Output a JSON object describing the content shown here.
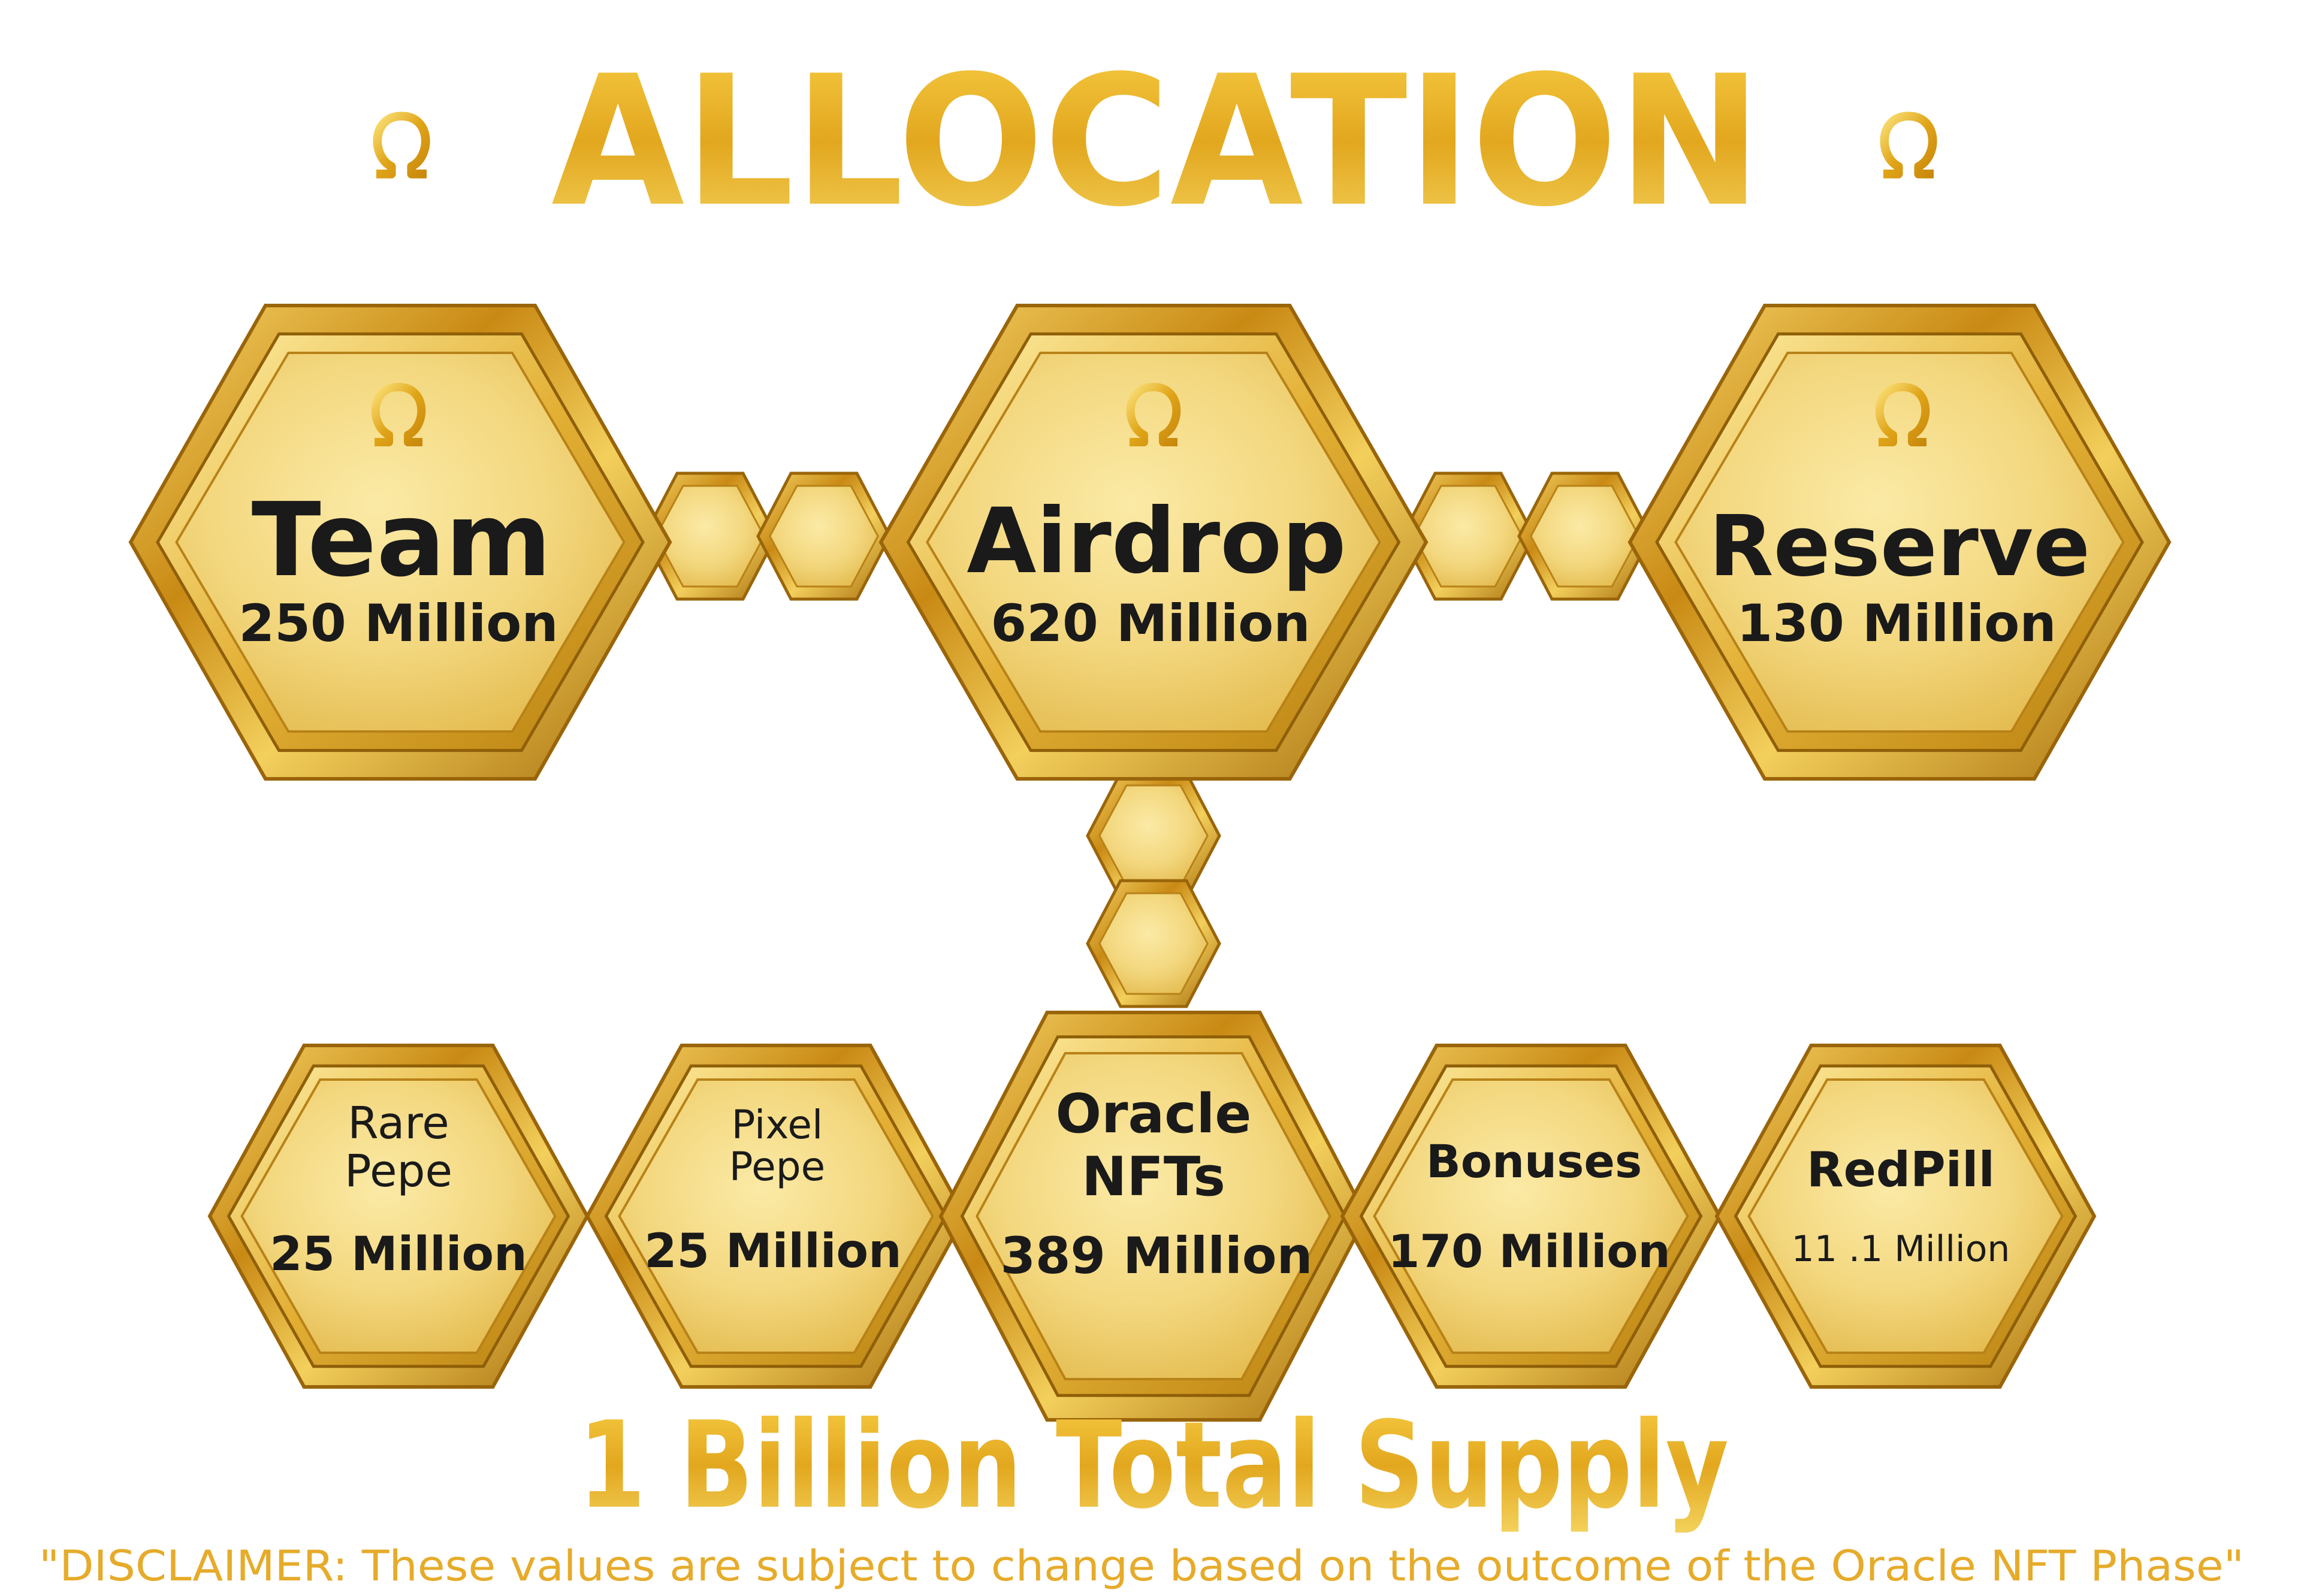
{
  "title": "ALLOCATION",
  "top_nodes": [
    {
      "name": "Team",
      "amount": "250 Million"
    },
    {
      "name": "Airdrop",
      "amount": "620 Million"
    },
    {
      "name": "Reserve",
      "amount": "130 Million"
    }
  ],
  "bottom_nodes": [
    {
      "name_line1": "Rare",
      "name_line2": "Pepe",
      "amount": "25 Million"
    },
    {
      "name_line1": "Pixel",
      "name_line2": "Pepe",
      "amount": "25 Million"
    },
    {
      "name_line1": "Oracle",
      "name_line2": "NFTs",
      "amount": "389 Million"
    },
    {
      "name_line1": "Bonuses",
      "name_line2": "",
      "amount": "170 Million"
    },
    {
      "name_line1": "RedPill",
      "name_line2": "",
      "amount": "11 .1 Million"
    }
  ],
  "total_supply": "1 Billion Total Supply",
  "disclaimer": "\"DISCLAIMER: These values are subject to change based on the outcome of the Oracle NFT Phase\"",
  "colors": {
    "gold_dark": "#a8740c",
    "gold_mid": "#dca82a",
    "gold_light": "#f7e08c",
    "gold_pale": "#f3dc8a",
    "text_dark": "#1a1a1a",
    "disclaimer": "#e6ab2a"
  }
}
